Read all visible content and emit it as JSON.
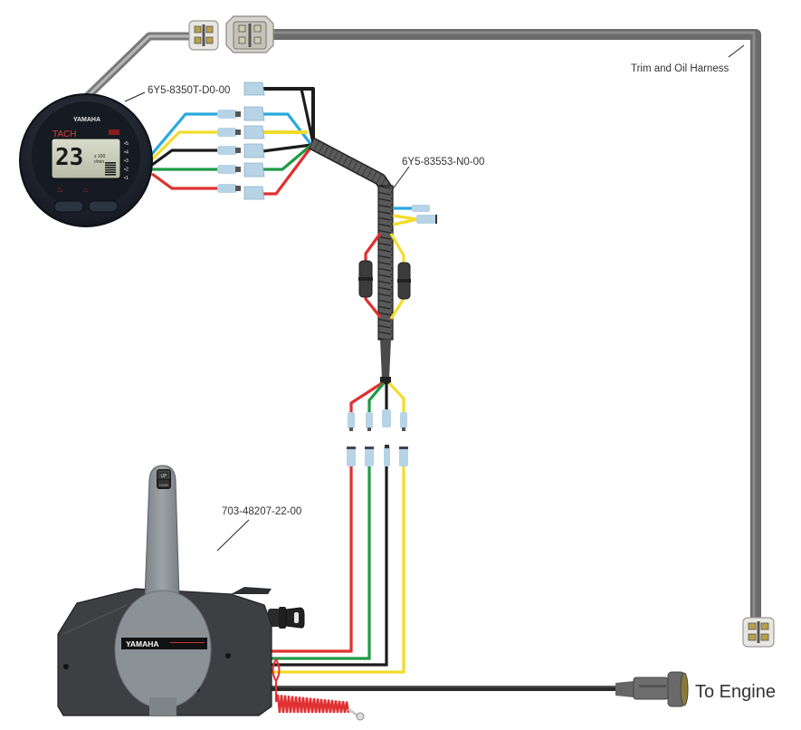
{
  "diagram": {
    "title": "Yamaha rigging wiring diagram",
    "labels": {
      "gauge_part": "6Y5-8350T-D0-00",
      "sub_harness_part": "6Y5-83553-N0-00",
      "control_part": "703-48207-22-00",
      "trim_oil_harness": "Trim and Oil Harness",
      "to_engine": "To Engine"
    },
    "gauge": {
      "brand": "YAMAHA",
      "mode": "TACH",
      "reading": "23",
      "multiplier": "x 100",
      "unit": "r/min",
      "scale": [
        "5",
        "4",
        "3",
        "2",
        "1"
      ],
      "bar_level": 0.6
    },
    "control": {
      "brand": "YAMAHA",
      "trim_switch_up": "UP",
      "trim_switch_down": "DWN"
    },
    "wire_colors": {
      "red": "#e03030",
      "yellow": "#f2dc2a",
      "green": "#1f9a45",
      "black": "#1c1c1c",
      "blue": "#29a9dc",
      "harness_gray": "#6e6e6e",
      "sleeve": "#4a4a4a"
    }
  }
}
